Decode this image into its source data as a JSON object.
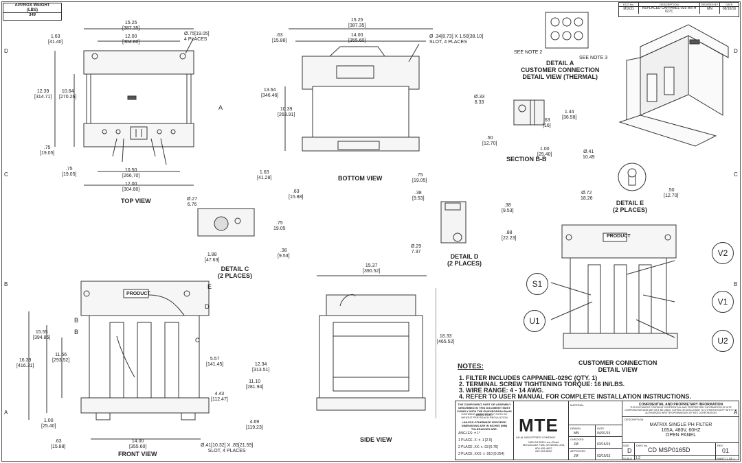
{
  "weight_box": {
    "header": "APPROX WEIGHT\n(LBS)",
    "value": "349"
  },
  "revision_block": {
    "headers": [
      "ECO No.",
      "DESCRIPTION",
      "REVISED BY",
      "DATE"
    ],
    "row": [
      "M1631",
      "REPLACED CAPPANEL-025 WITH 027C",
      "MN",
      "08/10/16"
    ]
  },
  "grid": {
    "left_letters": [
      "D",
      "C",
      "B",
      "A"
    ],
    "right_letters": [
      "D",
      "C",
      "B",
      "A"
    ]
  },
  "views": {
    "top": {
      "label": "TOP VIEW",
      "dims": {
        "w_outer": [
          "15.25",
          "[387.35]"
        ],
        "w_inner": [
          "12.00",
          "[304.80]"
        ],
        "left_edge": [
          "1.63",
          "[41.40]"
        ],
        "hole": [
          "Ø.75[19.05]",
          "4 PLACES"
        ],
        "h_outer": [
          "12.39",
          "[314.71]"
        ],
        "h_inner": [
          "10.64",
          "[270.26]"
        ],
        "bot_left": [
          ".75",
          "[19.05]"
        ],
        "foot_left": [
          ".75",
          "[19.05]"
        ],
        "foot_w": [
          "10.50",
          "[266.70]"
        ],
        "base_w": [
          "12.00",
          "[304.80]"
        ]
      },
      "callout_a": "A"
    },
    "bottom": {
      "label": "BOTTOM VIEW",
      "dims": {
        "w_outer": [
          "15.25",
          "[387.35]"
        ],
        "w_inner": [
          "14.00",
          "[355.60]"
        ],
        "left_edge": [
          ".63",
          "[15.88]"
        ],
        "slot": [
          "Ø .34[8.73] X 1.50[38.10]",
          "SLOT, 4 PLACES"
        ],
        "h_outer": [
          "13.64",
          "[346.46]"
        ],
        "h_inner": [
          "10.39",
          "[263.91]"
        ],
        "bot_edge": [
          "1.63",
          "[41.28]"
        ]
      }
    },
    "detail_a": {
      "label": "DETAIL A\nCUSTOMER CONNECTION\nDETAIL VIEW (THERMAL)",
      "note2": "SEE NOTE 2",
      "note3": "SEE NOTE 3"
    },
    "section_bb": {
      "label": "SECTION B-B",
      "dims": {
        "hole": [
          "Ø.33",
          "8.33"
        ],
        "h1": [
          "1.44",
          "[36.58]"
        ],
        "h2": [
          ".63",
          "[16]"
        ],
        "w1": [
          ".50",
          "[12.70]"
        ],
        "w2": [
          "1.00",
          "[25.40]"
        ]
      }
    },
    "detail_e": {
      "label": "DETAIL E\n(2 PLACES)",
      "dims": {
        "small": [
          "Ø.41",
          "10.49"
        ],
        "big": [
          "Ø.72",
          "18.26"
        ],
        "off": [
          ".50",
          "[12.70]"
        ]
      }
    },
    "detail_c": {
      "label": "DETAIL C\n(2 PLACES)",
      "dims": {
        "hole": [
          "Ø.27",
          "6.76"
        ],
        "top": [
          ".63",
          "[15.88]"
        ],
        "mid": [
          ".75",
          "19.05"
        ],
        "bot": [
          ".38",
          "[9.53]"
        ],
        "width": [
          "1.88",
          "[47.63]"
        ]
      }
    },
    "detail_d": {
      "label": "DETAIL D\n(2 PLACES)",
      "dims": {
        "top": [
          ".75",
          "[19.05]"
        ],
        "left": [
          ".38",
          "[9.53]"
        ],
        "r1": [
          ".38",
          "[9.53]"
        ],
        "r2": [
          ".88",
          "[22.23]"
        ],
        "hole": [
          "Ø.29",
          "7.37"
        ]
      }
    },
    "front": {
      "label": "FRONT VIEW",
      "dims": {
        "h_total": [
          "16.39",
          "[416.31]"
        ],
        "h_body": [
          "15.55",
          "[394.86]"
        ],
        "h_inner": [
          "11.56",
          "[293.52]"
        ],
        "mid": [
          "5.57",
          "[141.45]"
        ],
        "mid2": [
          "4.43",
          "[112.47]"
        ],
        "right_h": [
          "12.34",
          "[313.51]"
        ],
        "right_h2": [
          "11.10",
          "[281.94]"
        ],
        "foot_r": [
          "4.69",
          "[119.23]"
        ],
        "foot_l": [
          "1.00",
          "[25.40]"
        ],
        "base_l": [
          ".63",
          "[15.88]"
        ],
        "base_w": [
          "14.00",
          "[355.60]"
        ],
        "slot": [
          "Ø.41[10.32] X .85[21.59]",
          "SLOT, 4 PLACES"
        ]
      },
      "callouts": [
        "E",
        "D",
        "C",
        "B",
        "B"
      ],
      "product_label": "PRODUCT"
    },
    "side": {
      "label": "SIDE VIEW",
      "dims": {
        "w": [
          "15.37",
          "[390.52]"
        ],
        "h": [
          "18.33",
          "[465.52]"
        ]
      }
    },
    "customer": {
      "label": "CUSTOMER CONNECTION\nDETAIL VIEW",
      "product_label": "PRODUCT",
      "terminals": [
        "S1",
        "U1",
        "V2",
        "V1",
        "U2"
      ]
    }
  },
  "notes": {
    "title": "NOTES:",
    "items": [
      "1.  FILTER INCLUDES CAPPANEL-029C (QTY. 1)",
      "2.  TERMINAL SCREW TIGHTENING TORQUE: 16 IN/LBS.",
      "3.  WIRE RANGE: 4 - 14 AWG.",
      "4.  REFER TO USER MANUAL FOR COMPLETE INSTALLATION INSTRUCTIONS."
    ]
  },
  "title_block": {
    "compliance": "THE COMPONENT, PART OR ASSEMBLY DESCRIBED IN THIS DOCUMENT MUST COMPLY WITH THE EU/EUROPEAN RoHS DIRECTIVE...",
    "contains": "CONTAINS <0.1% OF ANY SVHC BY WEIGHT PER REACH REGULATION",
    "tolerance_header": "UNLESS OTHERWISE SPECIFIED DIMENSIONS ARE IN INCHES (MM) TOLERANCES ARE:",
    "angles": "ANGLES: ± 1°",
    "place1": "1 PLACE .X: ± .1 [2.5]",
    "place2": "2 PLACE .XX: ± .03 [0.76]",
    "place3": "3 PLACE .XXX: ± .010 [0.254]",
    "logo": "MTE",
    "logo_sub": "AN AL INDUSTRIES COMPANY",
    "address": "N83 W13330 Leon Road\nMenomonee Falls, WI 53051 USA\n800.455.4822\n262.253.8200",
    "material": "MATERIAL",
    "confidential_title": "CONFIDENTIAL AND PROPRIETARY INFORMATION",
    "confidential_body": "THIS DOCUMENT CONTAINS CONFIDENTIAL AND PROPRIETARY INFORMATION OF MTE CORPORATION AND MAY NOT BE USED, COPIED OR DISCLOSED TO OTHERS EXCEPT WITH THE AUTHORIZED WRITTEN PERMISSION OF MTE CORPORATION",
    "drawn_label": "DRAWN",
    "drawn": "MN",
    "drawn_date": "04/01/15",
    "checked_label": "CHECKED",
    "checked": "JM",
    "checked_date": "03/16/15",
    "approved_label": "APPROVED",
    "approved": "JM",
    "approved_date": "03/16/15",
    "date_label": "DATE",
    "description_label": "DESCRIPTION",
    "description": "MATRIX SINGLE PH FILTER\n165A, 480V, 60HZ\nOPEN PANEL",
    "size_label": "SIZE",
    "size": "D",
    "dwg_label": "DWG No.",
    "dwg": "CD MSP0165D",
    "rev_label": "REV",
    "rev": "01",
    "scale_label": "SCALE",
    "scale": "1:3",
    "sheet": "SHEET 1 OF 1"
  }
}
